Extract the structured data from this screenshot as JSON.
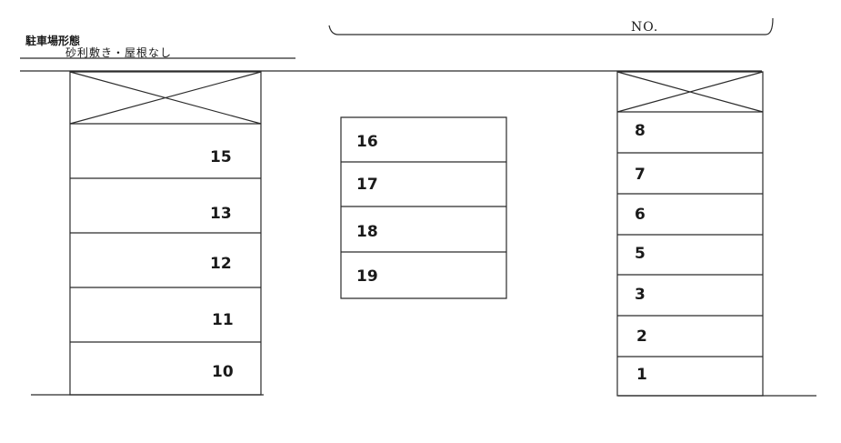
{
  "header": {
    "title": "駐車場形態",
    "subtitle": "砂利敷き・屋根なし",
    "no_label": "NO."
  },
  "left_column": {
    "slots": [
      "15",
      "13",
      "12",
      "11",
      "10"
    ]
  },
  "center_column": {
    "slots": [
      "16",
      "17",
      "18",
      "19"
    ]
  },
  "right_column": {
    "slots": [
      "8",
      "7",
      "6",
      "5",
      "3",
      "2",
      "1"
    ]
  }
}
